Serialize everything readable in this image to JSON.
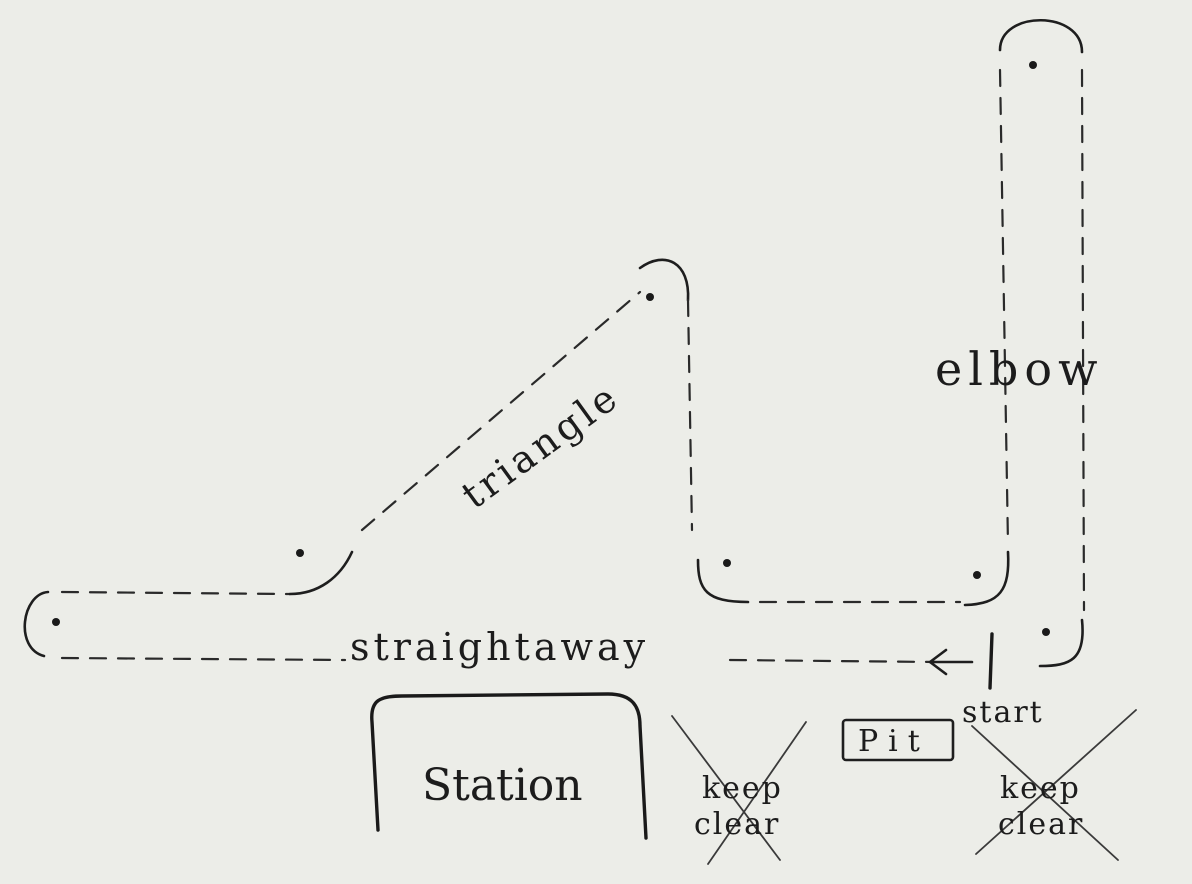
{
  "labels": {
    "elbow": "elbow",
    "triangle": "triangle",
    "straightaway": "straightaway",
    "station": "Station",
    "pit": "Pit",
    "start": "start",
    "keep_clear_left_line1": "keep",
    "keep_clear_left_line2": "clear",
    "keep_clear_right_line1": "keep",
    "keep_clear_right_line2": "clear"
  }
}
